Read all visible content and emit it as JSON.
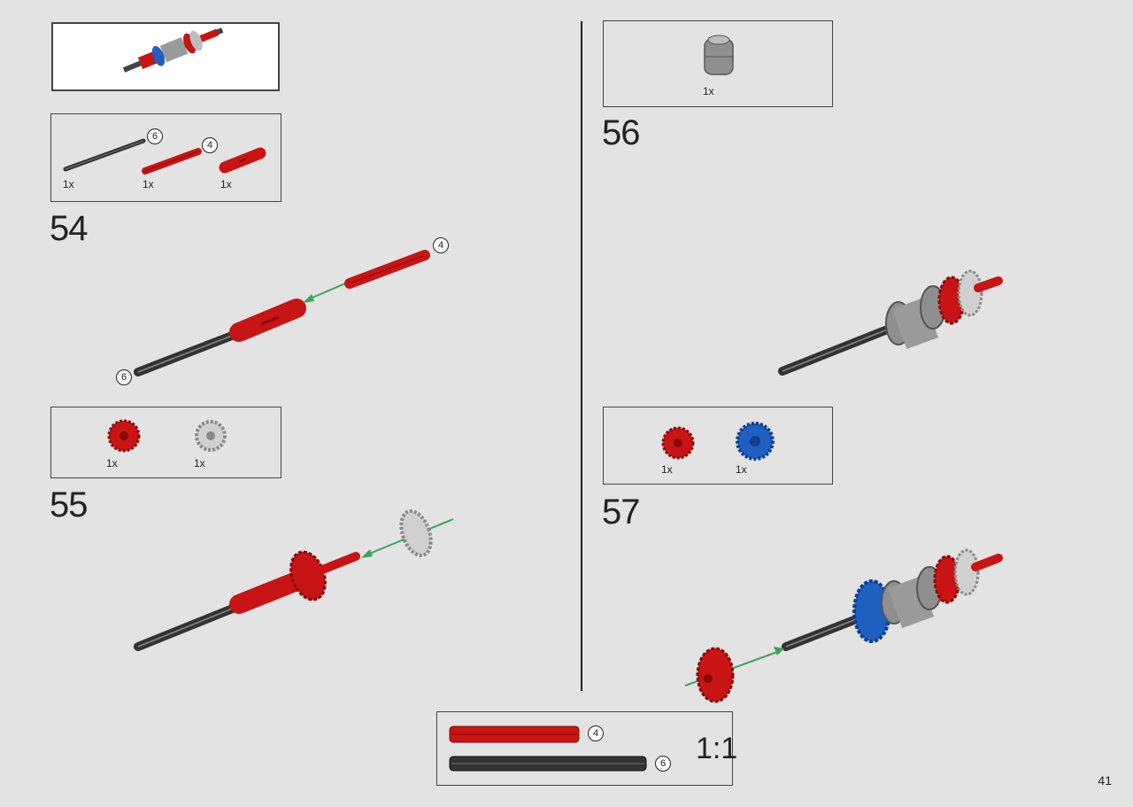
{
  "page": {
    "number": "41"
  },
  "colors": {
    "red": "#c81414",
    "dark_red": "#8a0a0a",
    "gray": "#9a9a9a",
    "dark": "#333333",
    "blue": "#1f5fbf",
    "green_arrow": "#3aa55a",
    "light_gray": "#bdbdbd"
  },
  "header_preview": {
    "icon": "axle-assembly-preview"
  },
  "steps": [
    {
      "number": "54",
      "parts": [
        {
          "icon": "black-axle-6",
          "qty": "1x",
          "length": "6"
        },
        {
          "icon": "red-axle-4",
          "qty": "1x",
          "length": "4"
        },
        {
          "icon": "red-axle-connector",
          "qty": "1x"
        }
      ],
      "callouts": [
        "4",
        "6"
      ]
    },
    {
      "number": "55",
      "parts": [
        {
          "icon": "red-gear",
          "qty": "1x"
        },
        {
          "icon": "gray-gear",
          "qty": "1x"
        }
      ]
    },
    {
      "number": "56",
      "parts": [
        {
          "icon": "gray-differential-housing",
          "qty": "1x"
        }
      ]
    },
    {
      "number": "57",
      "parts": [
        {
          "icon": "red-gear",
          "qty": "1x"
        },
        {
          "icon": "blue-gear",
          "qty": "1x"
        }
      ]
    }
  ],
  "scale_box": {
    "ratio": "1:1",
    "items": [
      {
        "icon": "red-axle-4",
        "length": "4"
      },
      {
        "icon": "black-axle-6",
        "length": "6"
      }
    ]
  }
}
